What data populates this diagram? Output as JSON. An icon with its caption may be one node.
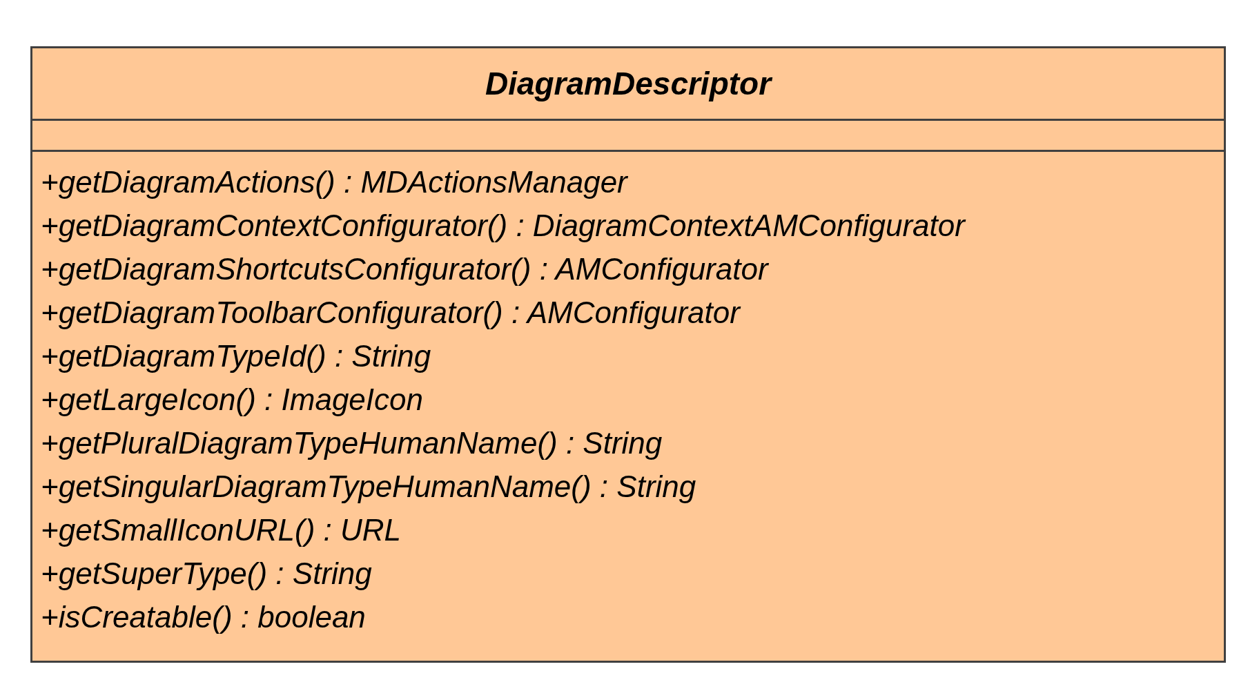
{
  "diagram": {
    "nodes": [
      {
        "text": [
          "DiagramDescriptor",
          "+getDiagramActions() : MDActionsManager",
          "+getDiagramContextConfigurator() : DiagramContextAMConfigurator",
          "+getDiagramShortcutsConfigurator() : AMConfigurator",
          "+getDiagramToolbarConfigurator() : AMConfigurator",
          "+getDiagramTypeId() : String",
          "+getLargeIcon() : ImageIcon",
          "+getPluralDiagramTypeHumanName() : String",
          "+getSingularDiagramTypeHumanName() : String",
          "+getSmallIconURL() : URL",
          "+getSuperType() : String",
          "+isCreatable() : boolean"
        ]
      }
    ]
  }
}
